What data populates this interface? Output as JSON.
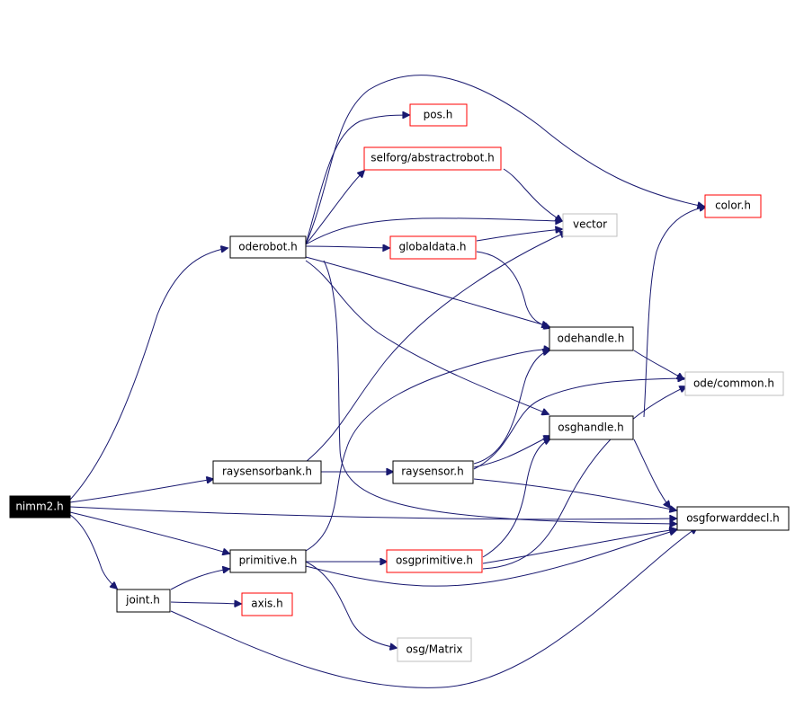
{
  "graph": {
    "colors": {
      "edge": "#191970",
      "focus_fill": "#000000",
      "focus_text": "#ffffff",
      "normal_border": "#000000",
      "truncated_border": "#ff0000",
      "external_border": "#bfbfbf",
      "text": "#000000"
    },
    "nodes": {
      "nimm2": {
        "label": "nimm2.h",
        "kind": "focus"
      },
      "oderobot": {
        "label": "oderobot.h",
        "kind": "normal"
      },
      "raysensorbank": {
        "label": "raysensorbank.h",
        "kind": "normal"
      },
      "primitive": {
        "label": "primitive.h",
        "kind": "normal"
      },
      "joint": {
        "label": "joint.h",
        "kind": "normal"
      },
      "pos": {
        "label": "pos.h",
        "kind": "truncated"
      },
      "abstractrobot": {
        "label": "selforg/abstractrobot.h",
        "kind": "truncated"
      },
      "globaldata": {
        "label": "globaldata.h",
        "kind": "truncated"
      },
      "vector": {
        "label": "vector",
        "kind": "external"
      },
      "color": {
        "label": "color.h",
        "kind": "truncated"
      },
      "odehandle": {
        "label": "odehandle.h",
        "kind": "normal"
      },
      "osghandle": {
        "label": "osghandle.h",
        "kind": "normal"
      },
      "odecommon": {
        "label": "ode/common.h",
        "kind": "external"
      },
      "raysensor": {
        "label": "raysensor.h",
        "kind": "normal"
      },
      "osgforwarddecl": {
        "label": "osgforwarddecl.h",
        "kind": "normal"
      },
      "osgprimitive": {
        "label": "osgprimitive.h",
        "kind": "truncated"
      },
      "axis": {
        "label": "axis.h",
        "kind": "truncated"
      },
      "osgmatrix": {
        "label": "osg/Matrix",
        "kind": "external"
      }
    },
    "edges": [
      {
        "from": "nimm2",
        "to": "oderobot"
      },
      {
        "from": "nimm2",
        "to": "raysensorbank"
      },
      {
        "from": "nimm2",
        "to": "primitive"
      },
      {
        "from": "nimm2",
        "to": "joint"
      },
      {
        "from": "nimm2",
        "to": "osgforwarddecl"
      },
      {
        "from": "oderobot",
        "to": "pos"
      },
      {
        "from": "oderobot",
        "to": "abstractrobot"
      },
      {
        "from": "oderobot",
        "to": "color"
      },
      {
        "from": "oderobot",
        "to": "vector"
      },
      {
        "from": "oderobot",
        "to": "globaldata"
      },
      {
        "from": "oderobot",
        "to": "odehandle"
      },
      {
        "from": "oderobot",
        "to": "osghandle"
      },
      {
        "from": "oderobot",
        "to": "osgforwarddecl"
      },
      {
        "from": "abstractrobot",
        "to": "vector"
      },
      {
        "from": "globaldata",
        "to": "vector"
      },
      {
        "from": "globaldata",
        "to": "odehandle"
      },
      {
        "from": "odehandle",
        "to": "odecommon"
      },
      {
        "from": "osghandle",
        "to": "color"
      },
      {
        "from": "osghandle",
        "to": "osgforwarddecl"
      },
      {
        "from": "raysensorbank",
        "to": "raysensor"
      },
      {
        "from": "raysensorbank",
        "to": "vector"
      },
      {
        "from": "raysensor",
        "to": "odehandle"
      },
      {
        "from": "raysensor",
        "to": "osghandle"
      },
      {
        "from": "raysensor",
        "to": "odecommon"
      },
      {
        "from": "raysensor",
        "to": "osgforwarddecl"
      },
      {
        "from": "primitive",
        "to": "odehandle"
      },
      {
        "from": "primitive",
        "to": "osgprimitive"
      },
      {
        "from": "primitive",
        "to": "osgmatrix"
      },
      {
        "from": "primitive",
        "to": "osgforwarddecl"
      },
      {
        "from": "osgprimitive",
        "to": "osghandle"
      },
      {
        "from": "osgprimitive",
        "to": "osgforwarddecl"
      },
      {
        "from": "osgprimitive",
        "to": "odecommon"
      },
      {
        "from": "joint",
        "to": "primitive"
      },
      {
        "from": "joint",
        "to": "axis"
      },
      {
        "from": "joint",
        "to": "osgforwarddecl"
      }
    ]
  }
}
